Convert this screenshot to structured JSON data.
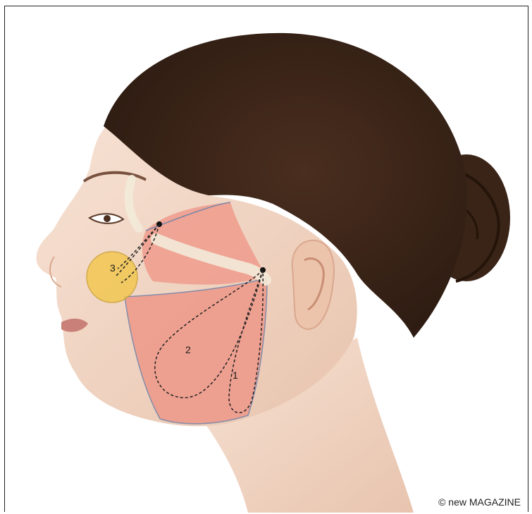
{
  "zones": [
    {
      "id": "1",
      "label": "1"
    },
    {
      "id": "2",
      "label": "2"
    },
    {
      "id": "3",
      "label": "3"
    }
  ],
  "copyright": "© new MAGAZINE",
  "colors": {
    "hair": "#3a2418",
    "skin": "#f2d6c4",
    "treatment_area": "#ee9b8c",
    "zone3": "#f2c64a",
    "nerve_line": "#222222"
  }
}
